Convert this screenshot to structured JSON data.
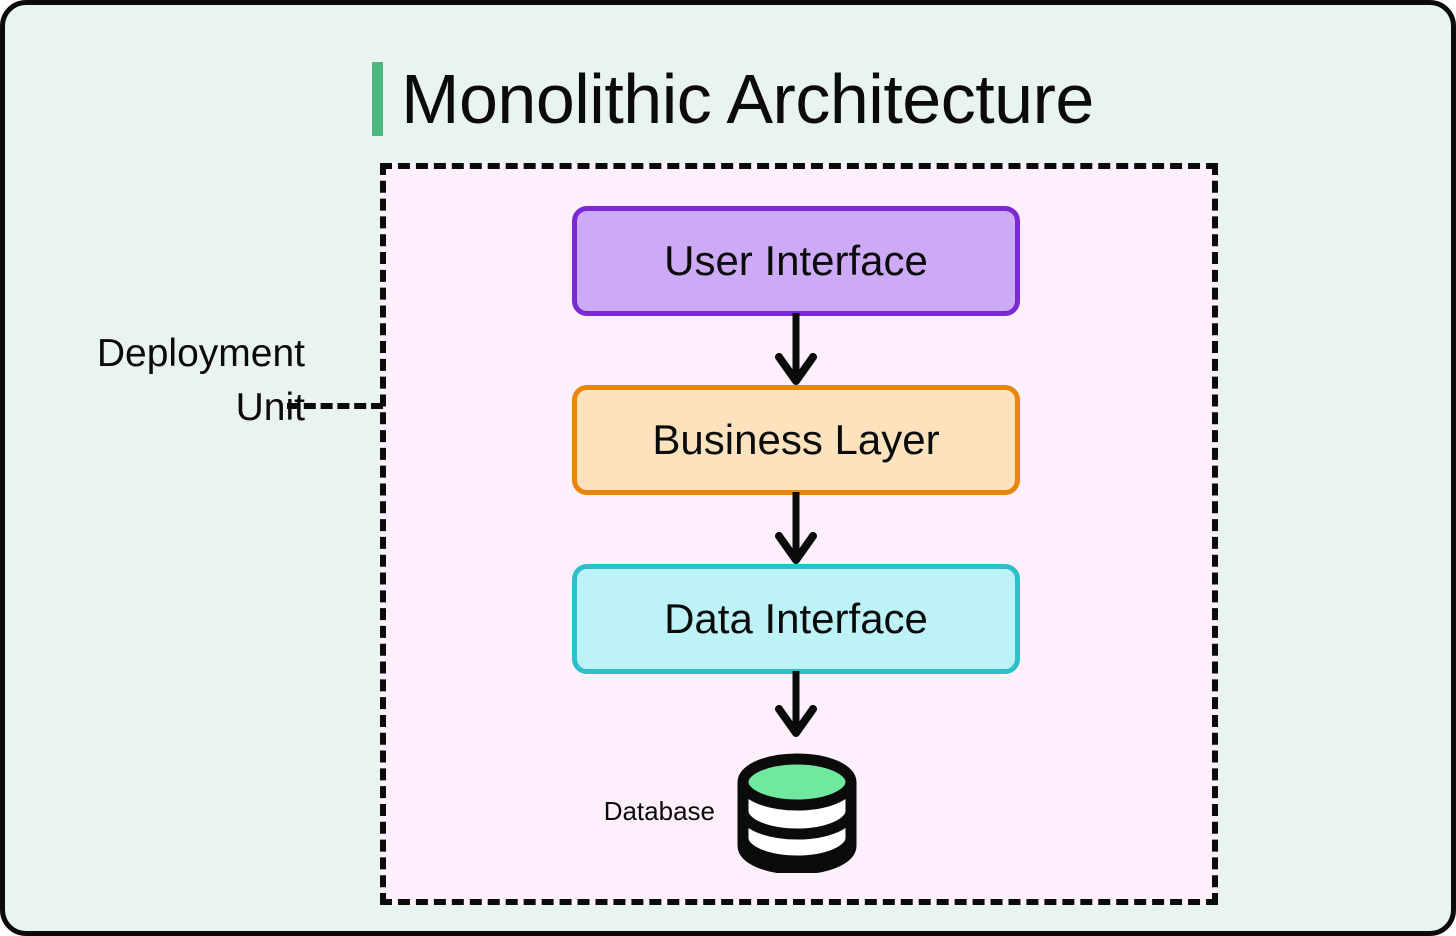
{
  "page": {
    "title": "Monolithic Architecture",
    "accent_color": "#4cb87e",
    "background_color": "#e9f3ef",
    "frame_color": "#0b0b0b"
  },
  "deployment_unit": {
    "label_line1": "Deployment",
    "label_line2": "Unit",
    "fill_color": "#fdf0fc",
    "border_style": "dashed",
    "border_color": "#0b0b0b"
  },
  "layers": [
    {
      "id": "user-interface",
      "label": "User Interface",
      "fill_color": "#ccaaf6",
      "border_color": "#7a2ad1"
    },
    {
      "id": "business-layer",
      "label": "Business Layer",
      "fill_color": "#fce3bd",
      "border_color": "#e8850c"
    },
    {
      "id": "data-interface",
      "label": "Data Interface",
      "fill_color": "#bdf3f6",
      "border_color": "#2bc0c7"
    }
  ],
  "database": {
    "label": "Database",
    "icon": "database-cylinder-icon",
    "top_color": "#70e8a0",
    "body_color": "#ffffff",
    "stroke_color": "#0b0b0b"
  },
  "connectors": [
    {
      "id": "ui-to-business",
      "from": "User Interface",
      "to": "Business Layer",
      "direction": "down"
    },
    {
      "id": "business-to-data",
      "from": "Business Layer",
      "to": "Data Interface",
      "direction": "down"
    },
    {
      "id": "data-to-database",
      "from": "Data Interface",
      "to": "Database",
      "direction": "down"
    }
  ]
}
